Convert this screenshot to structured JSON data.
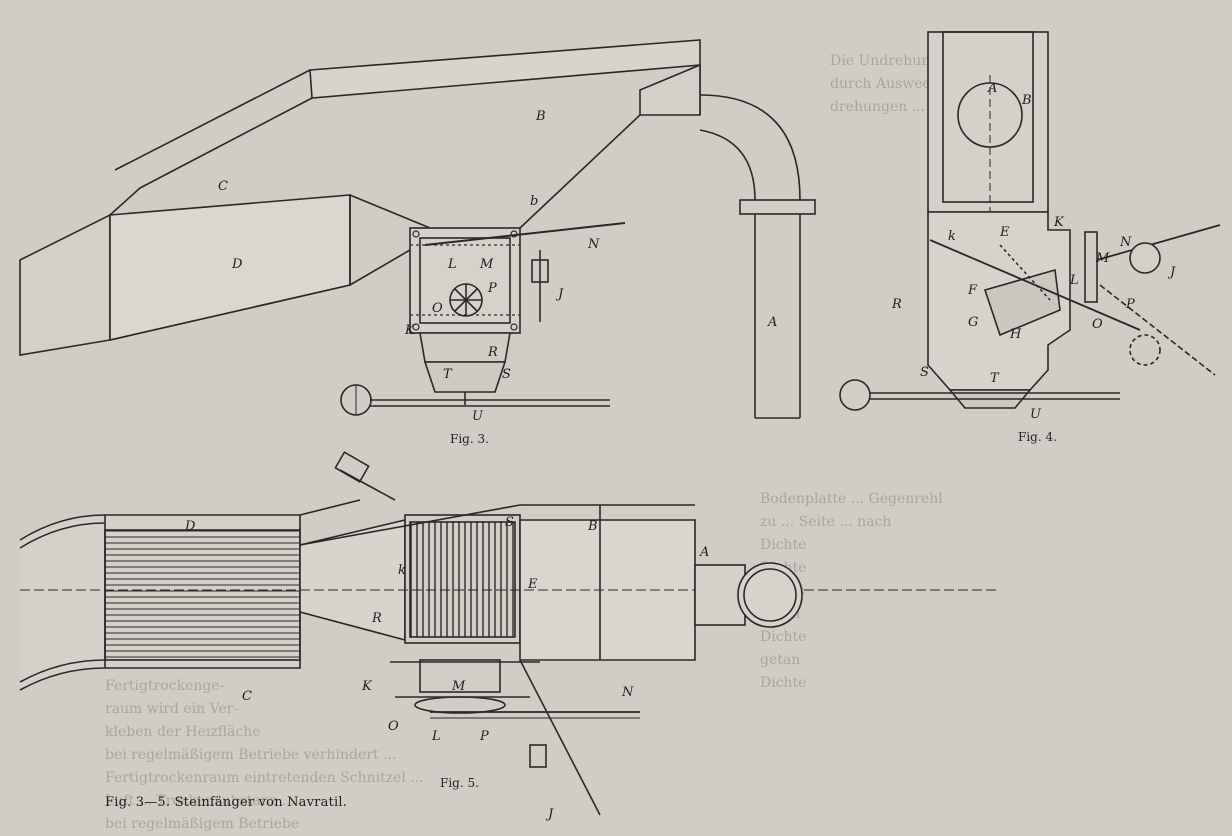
{
  "captions": {
    "fig3": "Fig. 3.",
    "fig4": "Fig. 4.",
    "fig5": "Fig. 5.",
    "main": "Fig. 3—5.  Steinfänger von Navratil."
  },
  "labels": {
    "fig3": [
      "B",
      "C",
      "D",
      "b",
      "N",
      "L",
      "M",
      "P",
      "K",
      "O",
      "T",
      "R",
      "S",
      "J",
      "U"
    ],
    "fig3_pipe": "A",
    "fig4": [
      "A",
      "B",
      "K",
      "k",
      "E",
      "N",
      "M",
      "J",
      "R",
      "F",
      "L",
      "G",
      "H",
      "O",
      "P",
      "S",
      "T",
      "U"
    ],
    "fig5": [
      "D",
      "S",
      "B",
      "A",
      "k",
      "E",
      "R",
      "C",
      "K",
      "M",
      "N",
      "O",
      "L",
      "P",
      "J"
    ]
  },
  "background_text": {
    "top_right": "Die Undrehungszahl ... kann\ndurch Auswechseln der ...\ndrehungen ... daß",
    "mid_right": "Bodenplatte ... Gegenrehl\nzu ... Seite ... nach\nDichte\nDichte\nSattes\ngetan\nDichte\ngetan\nDichte",
    "bottom_left": "Fertigtrockenge-\nraum wird ein Ver-\nkleben der Heizfläche\nbei regelmäßigem Betriebe verhindert ...\nFertigtrockenraum eintretenden Schnitzel ...\nLuft ... Trockensubstanz ...\nbei regelmäßigem Betriebe"
  }
}
